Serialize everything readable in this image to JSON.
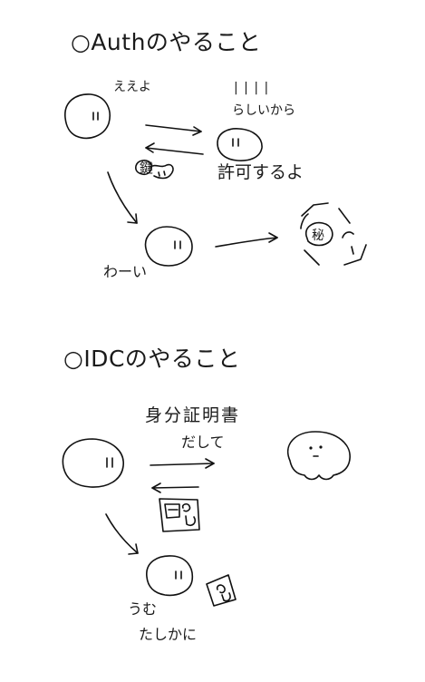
{
  "oauth": {
    "title": "○Authのやること",
    "client_says": "ええよ",
    "server_thinks_marks": "| | | |",
    "server_thinks": "らしいから",
    "server_grants": "許可するよ",
    "app_says": "わーい",
    "token_label": "鍵",
    "secret_label": "秘"
  },
  "oidc": {
    "title": "○IDCのやること",
    "request_label": "身分証明書",
    "request_sub": "だして",
    "user_says_1": "うむ",
    "user_says_2": "たしかに"
  },
  "colors": {
    "ink": "#111111",
    "background": "#ffffff"
  }
}
